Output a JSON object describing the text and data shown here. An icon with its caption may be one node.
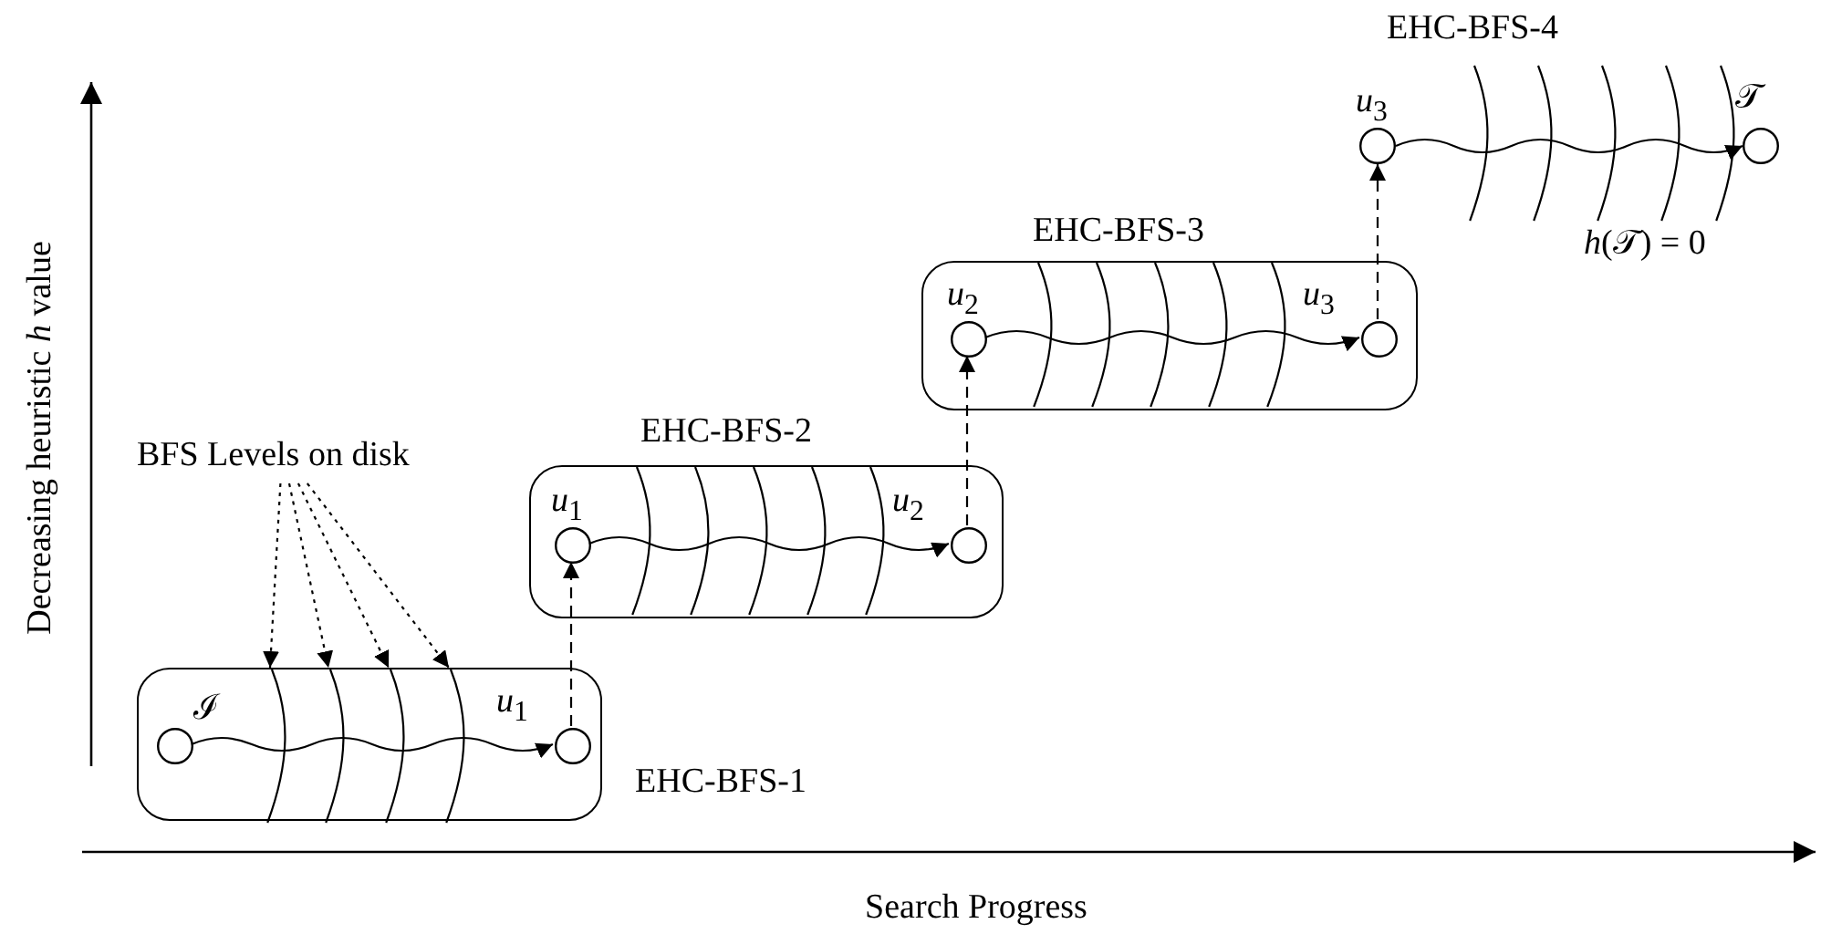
{
  "diagram": {
    "nodes": [
      {
        "text": [
          "BFS Levels on disk"
        ]
      },
      {
        "text": [
          "EHC-BFS-4"
        ],
        "beside": [
          "*h*(𝒯) = 0"
        ]
      },
      {
        "text": [],
        "shape": "circle",
        "in": 1,
        "beside": [
          "*u*$_{3}$"
        ]
      },
      {
        "text": [],
        "shape": "circle",
        "in": 1,
        "beside": [
          "𝒯"
        ]
      },
      {
        "text": [
          "EHC-BFS-3"
        ]
      },
      {
        "text": [],
        "shape": "circle",
        "in": 4,
        "beside": [
          "*u*$_{2}$"
        ]
      },
      {
        "text": [],
        "shape": "circle",
        "in": 4,
        "beside": [
          "*u*$_{3}$"
        ]
      },
      {
        "text": [
          "EHC-BFS-2"
        ]
      },
      {
        "text": [],
        "shape": "circle",
        "in": 7,
        "beside": [
          "*u*$_{1}$"
        ]
      },
      {
        "text": [],
        "shape": "circle",
        "in": 7,
        "beside": [
          "*u*$_{2}$"
        ]
      },
      {
        "text": [
          "EHC-BFS-1"
        ]
      },
      {
        "text": [],
        "shape": "circle",
        "in": 10,
        "beside": [
          "ℐ"
        ]
      },
      {
        "text": [],
        "shape": "circle",
        "in": 10,
        "beside": [
          "*u*$_{1}$"
        ]
      },
      {
        "text": [],
        "shape": "line",
        "in": 10
      },
      {
        "text": [],
        "shape": "line",
        "in": 10
      },
      {
        "text": [],
        "shape": "line",
        "in": 10
      },
      {
        "text": [],
        "shape": "line",
        "in": 10
      }
    ],
    "edges": [
      {
        "from": 11,
        "to": 12,
        "arrow": "to"
      },
      {
        "from": 8,
        "to": 9,
        "arrow": "to"
      },
      {
        "from": 5,
        "to": 6,
        "arrow": "to"
      },
      {
        "from": 2,
        "to": 3,
        "arrow": "to"
      },
      {
        "from": 12,
        "to": 8,
        "arrow": "to",
        "style": "dashed"
      },
      {
        "from": 9,
        "to": 5,
        "arrow": "to",
        "style": "dashed"
      },
      {
        "from": 6,
        "to": 2,
        "arrow": "to",
        "style": "dashed"
      },
      {
        "from": 0,
        "to": 13,
        "arrow": "to",
        "style": "dashed"
      },
      {
        "from": 0,
        "to": 14,
        "arrow": "to",
        "style": "dashed"
      },
      {
        "from": 0,
        "to": 15,
        "arrow": "to",
        "style": "dashed"
      },
      {
        "from": 0,
        "to": 16,
        "arrow": "to",
        "style": "dashed"
      }
    ],
    "labels": [
      "Decreasing heuristic *h* value",
      "Search Progress"
    ]
  }
}
